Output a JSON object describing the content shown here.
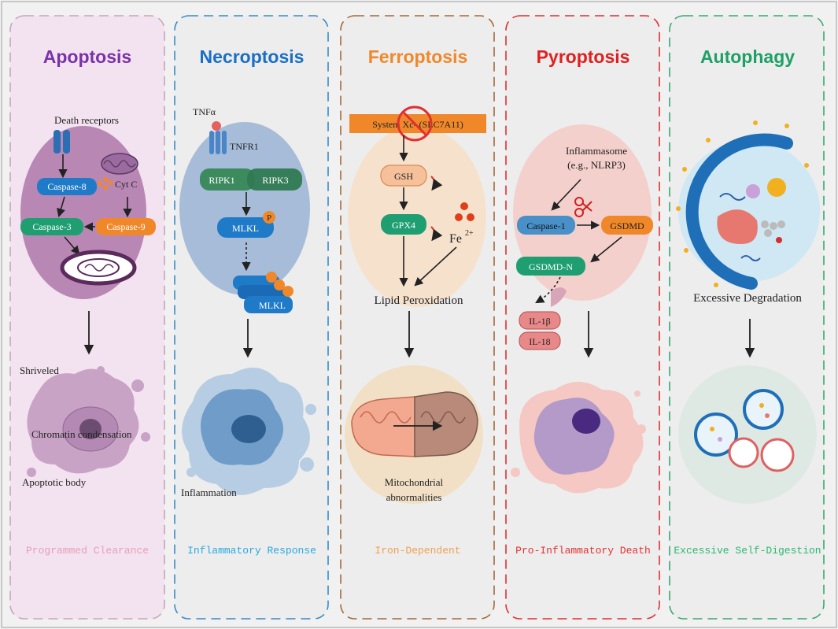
{
  "panels": [
    {
      "title": "Apoptosis",
      "footer": "Programmed Clearance",
      "color": "#7a32a8",
      "footer_color": "#e8a0b8",
      "labels": {
        "death_receptors": "Death receptors",
        "caspase8": "Caspase-8",
        "cytc": "Cyt C",
        "caspase3": "Caspase-3",
        "caspase9": "Caspase-9",
        "shriveled": "Shriveled",
        "chromatin": "Chromatin condensation",
        "apoptotic_body": "Apoptotic body"
      }
    },
    {
      "title": "Necroptosis",
      "footer": "Inflammatory Response",
      "color": "#1a6fc4",
      "footer_color": "#27a9e1",
      "labels": {
        "tnfa": "TNFα",
        "tnfr1": "TNFR1",
        "ripk1": "RIPK1",
        "ripk3": "RIPK3",
        "mlkl": "MLKL",
        "p": "P",
        "mlkl_olig": "MLKL",
        "inflammation": "Inflammation"
      }
    },
    {
      "title": "Ferroptosis",
      "footer": "Iron-Dependent",
      "color": "#f0882a",
      "footer_color": "#f0a050",
      "labels": {
        "system": "System Xc- (SLC7A11)",
        "gsh": "GSH",
        "gpx4": "GPX4",
        "fe": "Fe",
        "fe_sup": "2+",
        "lipid": "Lipid Peroxidation",
        "mito1": "Mitochondrial",
        "mito2": "abnormalities"
      }
    },
    {
      "title": "Pyroptosis",
      "footer": "Pro-Inflammatory Death",
      "color": "#e02020",
      "footer_color": "#e83030",
      "labels": {
        "inflammasome": "Inflammasome",
        "nlrp3": "(e.g., NLRP3)",
        "caspase1": "Caspase-1",
        "gsdmd": "GSDMD",
        "gsdmdn": "GSDMD-N",
        "il1b": "IL-1β",
        "il18": "IL-18"
      }
    },
    {
      "title": "Autophagy",
      "footer": "Excessive Self-Digestion",
      "color": "#1fa066",
      "footer_color": "#2ab870",
      "labels": {
        "degradation": "Excessive Degradation"
      }
    }
  ]
}
